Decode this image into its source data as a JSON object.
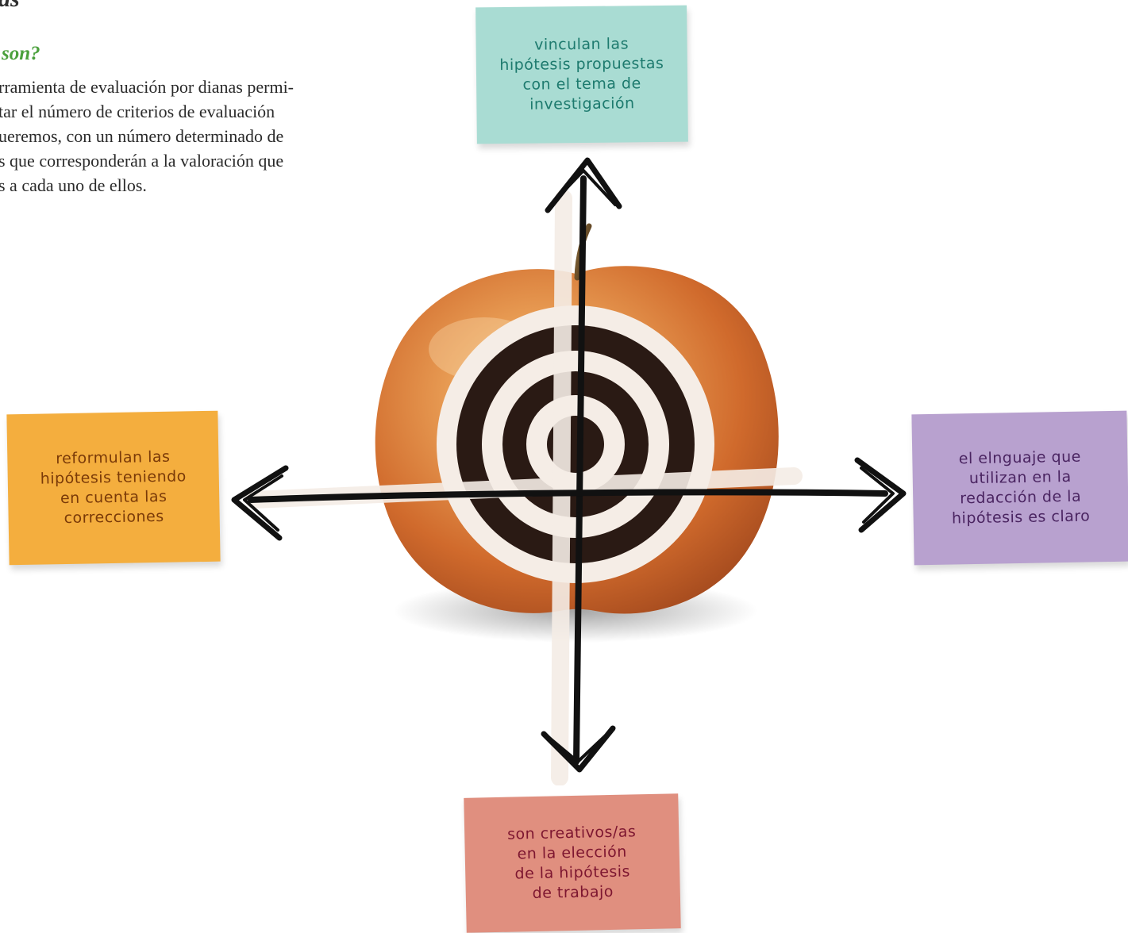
{
  "page": {
    "heading_fragment": "as",
    "subheading_fragment": "son?",
    "intro_lines": [
      "rramienta de evaluación por dianas permi-",
      "tar el número de criterios de evaluación",
      "ueremos, con un número determinado de",
      "s que corresponderán a la valoración que",
      "s a cada uno de ellos."
    ]
  },
  "notes": {
    "top": {
      "lines": [
        "Vinculan las",
        "hipótesis propuestas",
        "con el tema de",
        "investigación"
      ],
      "color": "#a9dcd3",
      "text_color": "#1d7a6e"
    },
    "left": {
      "lines": [
        "Reformulan las",
        "hipótesis teniendo",
        "en cuenta las",
        "correcciones"
      ],
      "color": "#f4ae3e",
      "text_color": "#7a3a08"
    },
    "right": {
      "lines": [
        "El elnguaje que",
        "utilizan en la",
        "redacción de la",
        "hipótesis es claro"
      ],
      "color": "#b8a1cf",
      "text_color": "#4a2461"
    },
    "bottom": {
      "lines": [
        "Son creativos/as",
        "en la elección",
        "de la hipótesis",
        "de trabajo"
      ],
      "color": "#e08f7f",
      "text_color": "#7d1630"
    }
  },
  "illustration": {
    "subject": "apple-with-target",
    "apple_color": "#e0863e",
    "target_color": "#2a1a14",
    "ring_color": "#f5ede6"
  }
}
